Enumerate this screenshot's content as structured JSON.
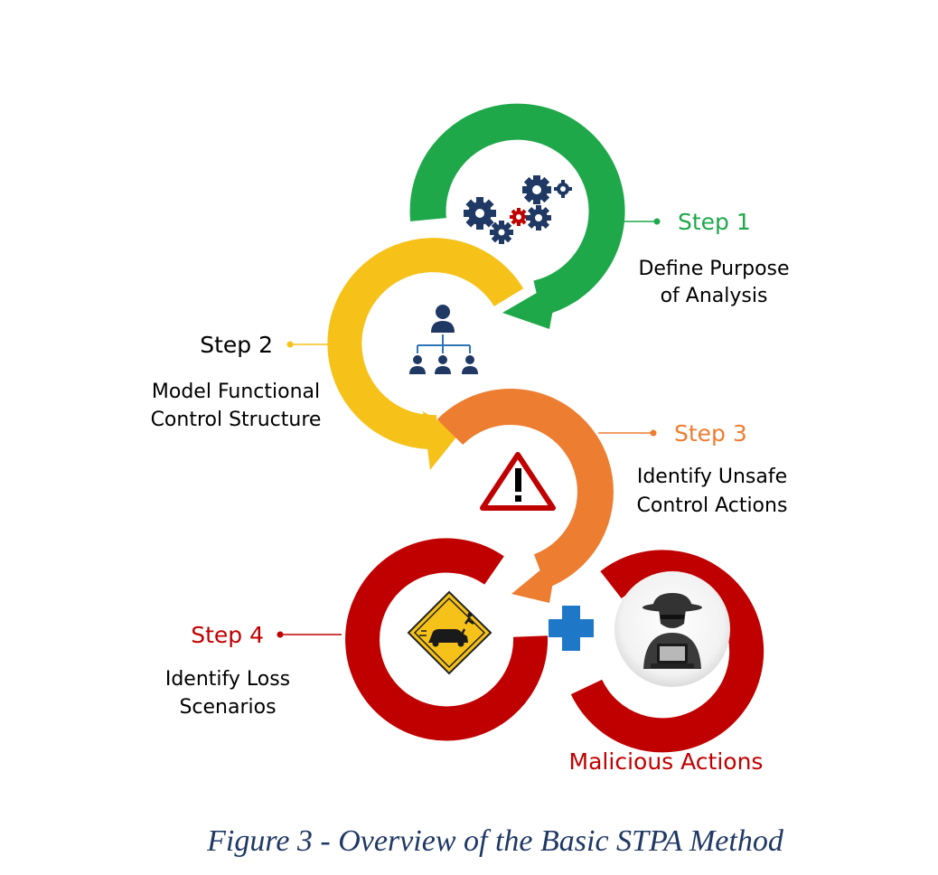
{
  "steps": [
    {
      "step": "Step 1",
      "desc_line1": "Define Purpose",
      "desc_line2": "of Analysis"
    },
    {
      "step": "Step 2",
      "desc_line1": "Model Functional",
      "desc_line2": "Control Structure"
    },
    {
      "step": "Step 3",
      "desc_line1": "Identify Unsafe",
      "desc_line2": "Control Actions"
    },
    {
      "step": "Step 4",
      "desc_line1": "Identify Loss",
      "desc_line2": "Scenarios"
    }
  ],
  "extra_label": "Malicious Actions",
  "caption": "Figure 3 - Overview of the Basic STPA Method",
  "colors": {
    "step1": "#1fa84a",
    "step2": "#f6c21a",
    "step3": "#ed7d31",
    "step4": "#c00000",
    "plus": "#1f77c8",
    "gear_dark": "#1f3864",
    "gear_red": "#c00000",
    "caption": "#1f3864"
  },
  "icons": [
    "gears-icon",
    "org-chart-icon",
    "warning-triangle-icon",
    "road-hazard-icon",
    "plus-icon",
    "hacker-icon"
  ]
}
